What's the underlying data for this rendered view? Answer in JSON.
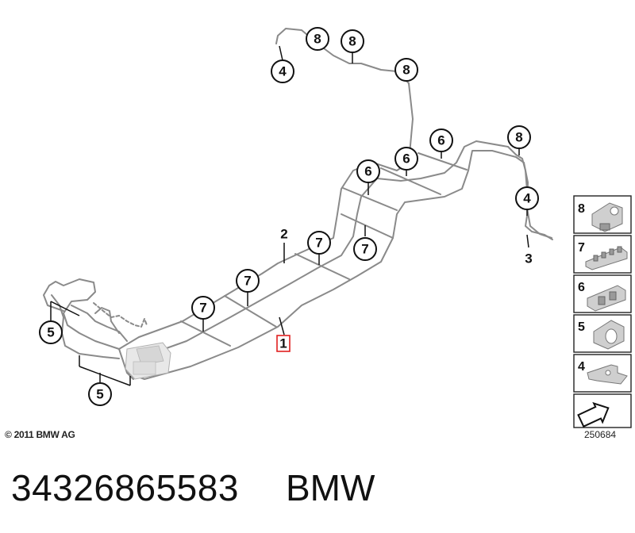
{
  "diagram": {
    "callouts": [
      {
        "id": "c8a",
        "label": "8"
      },
      {
        "id": "c8b",
        "label": "8"
      },
      {
        "id": "c8c",
        "label": "8"
      },
      {
        "id": "c8d",
        "label": "8"
      },
      {
        "id": "c4a",
        "label": "4"
      },
      {
        "id": "c4b",
        "label": "4"
      },
      {
        "id": "c6a",
        "label": "6"
      },
      {
        "id": "c6b",
        "label": "6"
      },
      {
        "id": "c6c",
        "label": "6"
      },
      {
        "id": "c7a",
        "label": "7"
      },
      {
        "id": "c7b",
        "label": "7"
      },
      {
        "id": "c7c",
        "label": "7"
      },
      {
        "id": "c7d",
        "label": "7"
      },
      {
        "id": "c5a",
        "label": "5"
      },
      {
        "id": "c5b",
        "label": "5"
      }
    ],
    "labels": {
      "item1": "1",
      "item2": "2",
      "item3": "3"
    },
    "legend": [
      "8",
      "7",
      "6",
      "5",
      "4"
    ]
  },
  "copyright": "© 2011 BMW AG",
  "drawing_number": "250684",
  "footer": {
    "part_number": "34326865583",
    "brand": "BMW"
  },
  "colors": {
    "highlight": "#e02020",
    "line": "#8a8a8a"
  }
}
